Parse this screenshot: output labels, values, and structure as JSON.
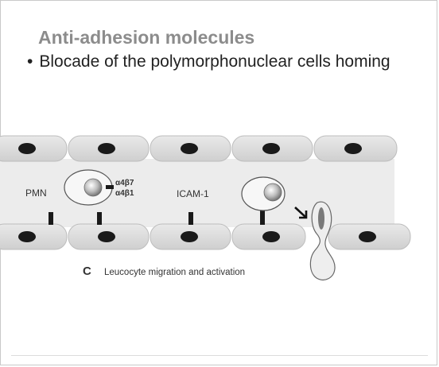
{
  "slide": {
    "title": "Anti-adhesion molecules",
    "bullet_marker": "•",
    "bullet_text": "Blocade of the polymorphonuclear cells homing"
  },
  "diagram": {
    "label_pmn": "PMN",
    "label_integrin_1": "α4β7",
    "label_integrin_2": "α4β1",
    "label_icam": "ICAM-1",
    "panel_letter": "C",
    "caption": "Leucocyte migration and activation"
  },
  "colors": {
    "cell_fill": "#dcdcdc",
    "nucleus": "#1a1a1a",
    "vessel_lumen": "#efefef",
    "title_gray": "#8c8c8c"
  }
}
